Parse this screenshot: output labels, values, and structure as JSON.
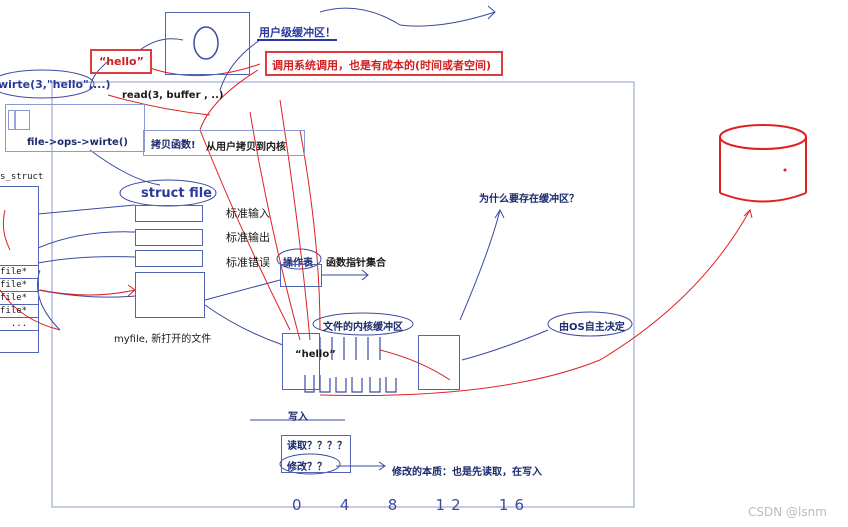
{
  "top": {
    "user_buffer": "用户级缓冲区！",
    "hello_red": "“hello”",
    "syscall_cost": "调用系统调用，也是有成本的(时间或者空间)"
  },
  "left": {
    "write_call": "wirte(3,\"hello\",...)",
    "read_call": "read(3, buffer , ..)",
    "file_ops": "file->ops->wirte()",
    "files_struct": "s_struct",
    "rows": [
      "file*",
      "file*",
      "file*",
      "file*",
      "..."
    ]
  },
  "middle": {
    "copy_func": "拷贝函数!",
    "copy_user_kernel": "从用户拷贝到内核",
    "struct_file": "struct file",
    "stdin": "标准输入",
    "stdout": "标准输出",
    "stderr": "标准错误",
    "op_table": "操作表",
    "func_ptr_set": "函数指针集合",
    "myfile": "myfile, 新打开的文件",
    "kernel_buffer": "文件的内核缓冲区",
    "hello_kernel": "“hello”",
    "write_label": "写入",
    "read_q": "读取？？？？",
    "modify_q": "修改？？",
    "modify_essence": "修改的本质：也是先读取，在写入",
    "why_buffer": "为什么要存在缓冲区？",
    "os_decide": "由OS自主决定",
    "bottom_nums": "0   4   8   12   16"
  },
  "footer": {
    "watermark": "CSDN @lsnm"
  }
}
